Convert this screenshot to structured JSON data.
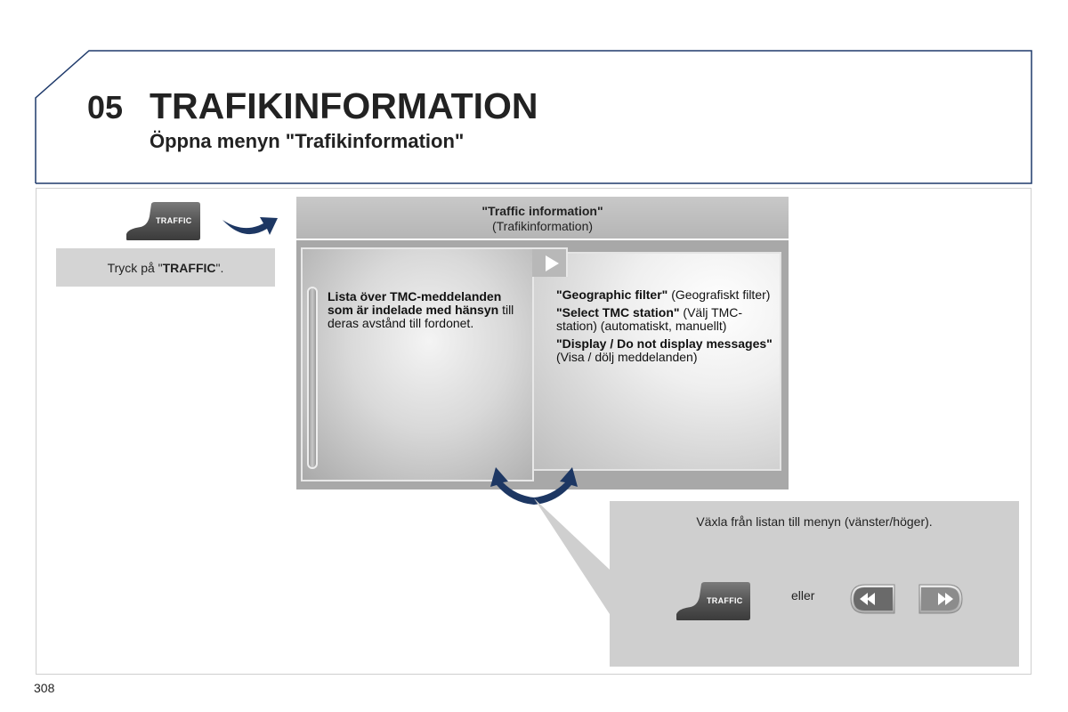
{
  "header": {
    "chapter_number": "05",
    "title": "TRAFIKINFORMATION",
    "subtitle": "Öppna menyn \"Trafikinformation\""
  },
  "step1": {
    "button_label": "TRAFFIC",
    "instruction_prefix": "Tryck på \"",
    "instruction_key": "TRAFFIC",
    "instruction_suffix": "\"."
  },
  "screen": {
    "header_line1": "\"Traffic information\"",
    "header_line2": "(Trafikinformation)",
    "left_panel": {
      "bold_text": "Lista över TMC-meddelanden som är indelade med hänsyn",
      "normal_text": "till deras avstånd till fordonet."
    },
    "right_panel": {
      "item1_bold": "\"Geographic filter\"",
      "item1_normal": "(Geografiskt filter)",
      "item2_bold": "\"Select TMC station\"",
      "item2_normal": "(Välj TMC-station) (automatiskt, manuellt)",
      "item3_bold": "\"Display / Do not display messages\"",
      "item3_normal": "(Visa / dölj meddelanden)"
    }
  },
  "note": {
    "text": "Växla från listan till menyn (vänster/höger).",
    "button_label": "TRAFFIC",
    "or_text": "eller"
  },
  "footer": {
    "page_number": "308"
  },
  "colors": {
    "frame_blue": "#1f3a6b",
    "arrow_navy": "#1d3763",
    "panel_gray": "#d4d4d4"
  }
}
